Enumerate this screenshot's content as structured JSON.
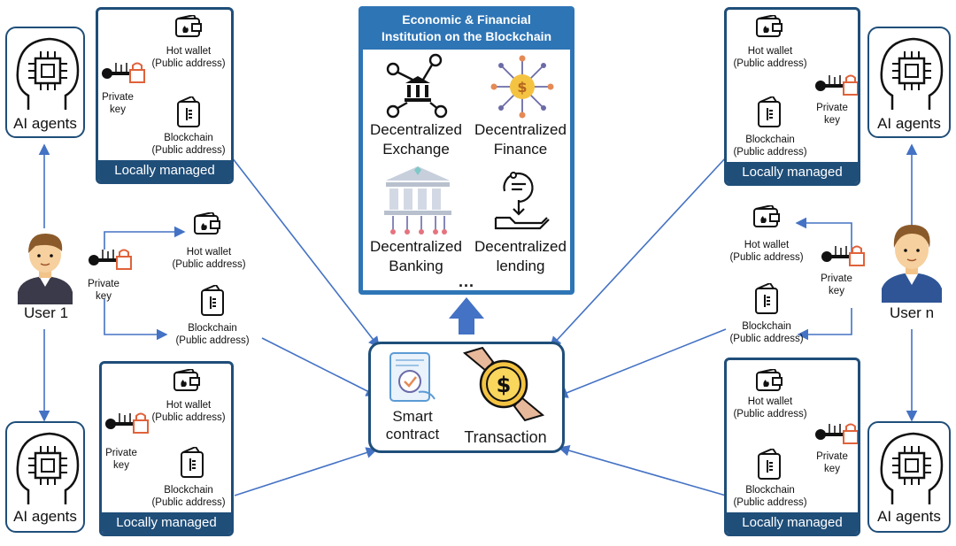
{
  "econ": {
    "title_line1": "Economic & Financial",
    "title_line2": "Institution on the Blockchain",
    "items": [
      {
        "line1": "Decentralized",
        "line2": "Exchange",
        "icon": "exchange-network-icon"
      },
      {
        "line1": "Decentralized",
        "line2": "Finance",
        "icon": "finance-network-icon"
      },
      {
        "line1": "Decentralized",
        "line2": "Banking",
        "icon": "bank-building-icon"
      },
      {
        "line1": "Decentralized",
        "line2": "lending",
        "icon": "lending-hand-icon"
      }
    ],
    "more": "..."
  },
  "center": {
    "smart_contract_line1": "Smart",
    "smart_contract_line2": "contract",
    "transaction": "Transaction"
  },
  "labels": {
    "ai_agents": "AI agents",
    "user1": "User 1",
    "usern": "User n",
    "locally_managed": "Locally managed",
    "hot_wallet": "Hot wallet",
    "public_address": "(Public address)",
    "blockchain": "Blockchain",
    "private": "Private",
    "key": "key"
  },
  "colors": {
    "navy": "#1f4e79",
    "arrow_blue": "#4472c4",
    "title_blue": "#2e75b6",
    "key_orange": "#e0623a"
  }
}
